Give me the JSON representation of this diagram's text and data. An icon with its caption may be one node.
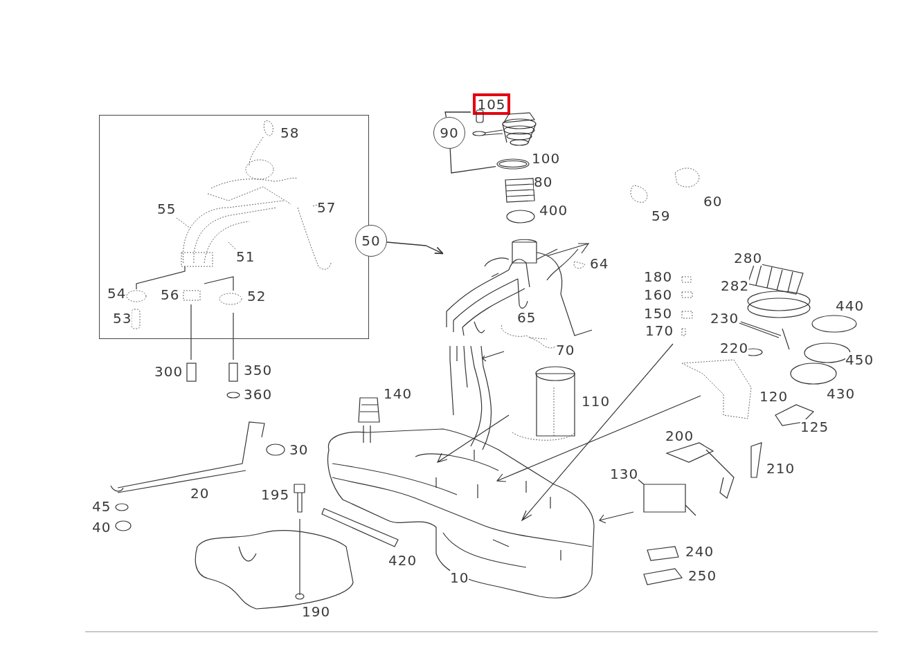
{
  "diagram": {
    "nodes": [
      {
        "text": [],
        "shape": "box"
      },
      {
        "text": [
          "105"
        ]
      },
      {
        "text": [
          "90"
        ]
      },
      {
        "text": [
          "50"
        ]
      },
      {
        "text": [],
        "shape": "picture"
      },
      {
        "text": [],
        "shape": "picture"
      },
      {
        "text": [],
        "shape": "picture"
      }
    ],
    "edges": [
      {
        "from": 3,
        "to": 6,
        "arrow": "to"
      },
      {
        "from": 2,
        "to": 4,
        "arrow": "none"
      },
      {
        "from": 2,
        "to": 5,
        "arrow": "none"
      }
    ],
    "labels": [
      "58",
      "55",
      "57",
      "51",
      "54",
      "56",
      "52",
      "53",
      "100",
      "80",
      "400",
      "59",
      "60",
      "64",
      "280",
      "180",
      "282",
      "160",
      "440",
      "65",
      "150",
      "230",
      "170",
      "70",
      "220",
      "450",
      "300",
      "350",
      "360",
      "140",
      "110",
      "120",
      "430",
      "125",
      "200",
      "30",
      "210",
      "130",
      "20",
      "195",
      "45",
      "40",
      "240",
      "420",
      "10",
      "250",
      "190"
    ]
  }
}
